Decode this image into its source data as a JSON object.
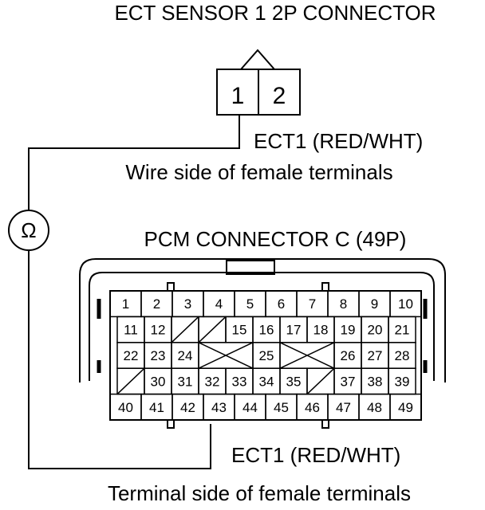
{
  "ect_connector": {
    "title": "ECT SENSOR 1 2P CONNECTOR",
    "pins": [
      "1",
      "2"
    ],
    "wire_label": "ECT1 (RED/WHT)",
    "view_label": "Wire side of female terminals"
  },
  "meter": {
    "symbol": "Ω"
  },
  "pcm_connector": {
    "title": "PCM CONNECTOR C (49P)",
    "wire_label": "ECT1 (RED/WHT)",
    "view_label": "Terminal side of female terminals",
    "rows": [
      [
        "1",
        "2",
        "3",
        "4",
        "5",
        "6",
        "7",
        "8",
        "9",
        "10"
      ],
      [
        "11",
        "12",
        "",
        "",
        "15",
        "16",
        "17",
        "18",
        "19",
        "20",
        "21"
      ],
      [
        "22",
        "23",
        "24",
        "25",
        "26",
        "27",
        "28"
      ],
      [
        "",
        "30",
        "31",
        "32",
        "33",
        "34",
        "35",
        "",
        "37",
        "38",
        "39"
      ],
      [
        "40",
        "41",
        "42",
        "43",
        "44",
        "45",
        "46",
        "47",
        "48",
        "49"
      ]
    ]
  }
}
